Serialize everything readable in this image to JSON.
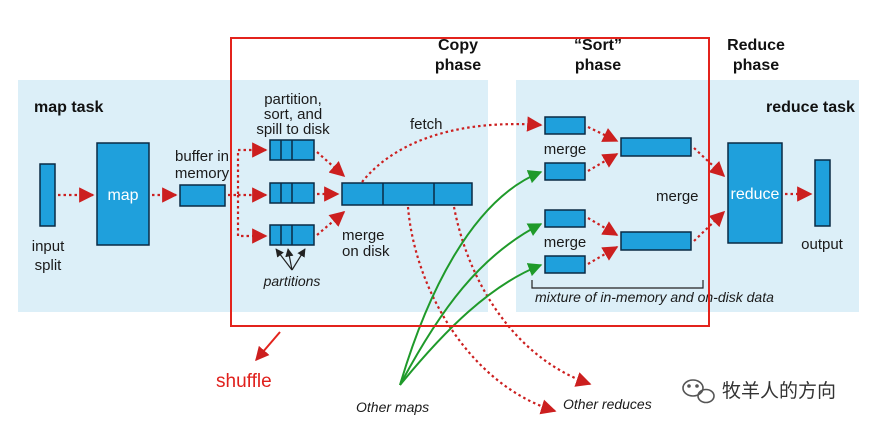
{
  "colors": {
    "panel": "#dceff8",
    "box": "#1fa0dc",
    "box_stroke": "#0a2a44",
    "red_dotted": "#cc1f1f",
    "green": "#1f9a2a",
    "highlight": "#e3231c"
  },
  "map_task": {
    "title": "map task",
    "input_split": [
      "input",
      "split"
    ],
    "map_box": "map",
    "buffer_label": [
      "buffer in",
      "memory"
    ],
    "partition_label": [
      "partition,",
      "sort, and",
      "spill to disk"
    ],
    "partitions_label": "partitions",
    "merge_on_disk": [
      "merge",
      "on disk"
    ]
  },
  "phases": {
    "copy": [
      "Copy",
      "phase"
    ],
    "sort": [
      "“Sort”",
      "phase"
    ],
    "reduce": [
      "Reduce",
      "phase"
    ]
  },
  "fetch_label": "fetch",
  "reduce_task": {
    "title": "reduce task",
    "merge_top": "merge",
    "merge_bottom": "merge",
    "merge_right": "merge",
    "reduce_box": "reduce",
    "output": "output",
    "mixture": "mixture of in-memory and on-disk data"
  },
  "shuffle_label": "shuffle",
  "other_maps": "Other maps",
  "other_reduces": "Other reduces",
  "watermark": {
    "icon": "wechat-icon",
    "text": "牧羊人的方向"
  }
}
